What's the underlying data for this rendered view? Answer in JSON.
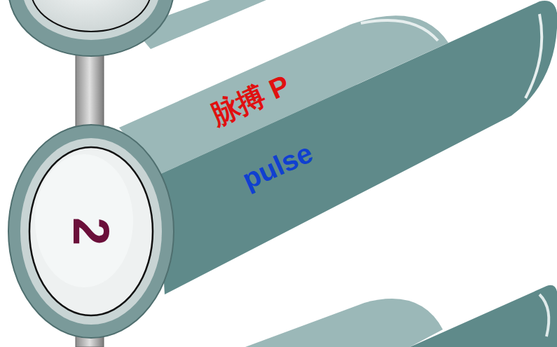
{
  "diagram": {
    "nodes": [
      {
        "text": [
          "2"
        ]
      },
      {
        "text": [
          "脉搏 P",
          "pulse"
        ]
      }
    ]
  }
}
